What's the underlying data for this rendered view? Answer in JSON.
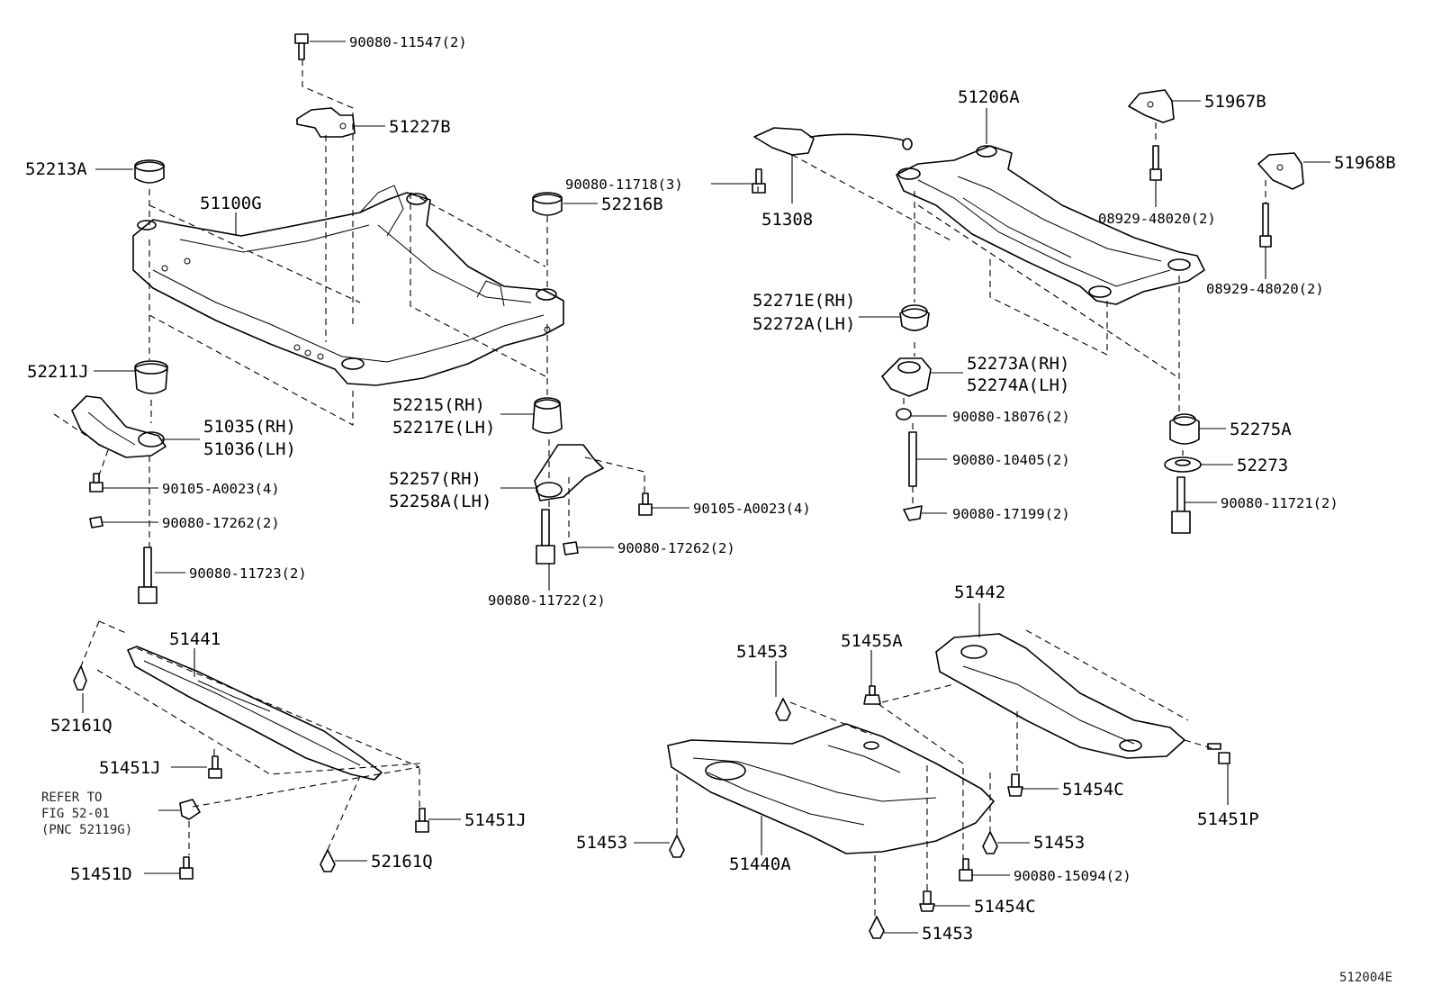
{
  "figure_id": "512004E",
  "note": {
    "line1": "REFER TO",
    "line2": "FIG 52-01",
    "line3": "(PNC 52119G)"
  },
  "labels": {
    "l_90080_11547": "90080-11547(2)",
    "l_51227B": "51227B",
    "l_52213A": "52213A",
    "l_51100G": "51100G",
    "l_52216B": "52216B",
    "l_52211J": "52211J",
    "l_51035": "51035(RH)",
    "l_51036": "51036(LH)",
    "l_90105_a": "90105-A0023(4)",
    "l_90080_17262_a": "90080-17262(2)",
    "l_90080_11723": "90080-11723(2)",
    "l_52215": "52215(RH)",
    "l_52217E": "52217E(LH)",
    "l_52257": "52257(RH)",
    "l_52258A": "52258A(LH)",
    "l_90105_b": "90105-A0023(4)",
    "l_90080_17262_b": "90080-17262(2)",
    "l_90080_11722": "90080-11722(2)",
    "l_90080_11718": "90080-11718(3)",
    "l_51308": "51308",
    "l_51206A": "51206A",
    "l_51967B": "51967B",
    "l_51968B": "51968B",
    "l_08929_a": "08929-48020(2)",
    "l_08929_b": "08929-48020(2)",
    "l_52271E": "52271E(RH)",
    "l_52272A": "52272A(LH)",
    "l_52273A": "52273A(RH)",
    "l_52274A": "52274A(LH)",
    "l_90080_18076": "90080-18076(2)",
    "l_90080_10405": "90080-10405(2)",
    "l_90080_17199": "90080-17199(2)",
    "l_52275A": "52275A",
    "l_52273": "52273",
    "l_90080_11721": "90080-11721(2)",
    "l_51441": "51441",
    "l_52161Q_a": "52161Q",
    "l_51451J_a": "51451J",
    "l_51451D": "51451D",
    "l_52161Q_b": "52161Q",
    "l_51451J_b": "51451J",
    "l_51442": "51442",
    "l_51453_a": "51453",
    "l_51455A": "51455A",
    "l_51454C_a": "51454C",
    "l_51451P": "51451P",
    "l_51453_b": "51453",
    "l_51440A": "51440A",
    "l_51453_c": "51453",
    "l_90080_15094": "90080-15094(2)",
    "l_51454C_b": "51454C",
    "l_51453_d": "51453"
  }
}
